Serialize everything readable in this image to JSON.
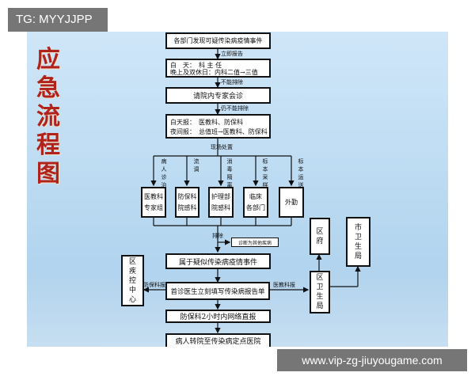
{
  "title_chars": [
    "应",
    "急",
    "流",
    "程",
    "图"
  ],
  "watermark_top": "TG: MYYJJPP",
  "watermark_bottom": "www.vip-zg-jiuyougame.com",
  "nodes": {
    "n1": "各部门发现可疑传染病疫情事件",
    "e1": "立即报告",
    "n2_line1": "白　天：　科 主 任",
    "n2_line2": "晚上及双休日：内科二值→三值",
    "e2": "不能排除",
    "n3": "请院内专家会诊",
    "e3": "仍不能排除",
    "n4_line1": "白天报：　医教科、防保科",
    "n4_line2": "夜间报：　总值班→医教科、防保科",
    "e4": "现场处置",
    "branch_labels": [
      "病人诊治",
      "流调",
      "消毒隔离",
      "标本采样",
      "标本运送"
    ],
    "branch_boxes": [
      [
        "医教科",
        "专家组"
      ],
      [
        "防保科",
        "院感科"
      ],
      [
        "护理部",
        "院感科"
      ],
      [
        "临床",
        "各部门"
      ],
      [
        "外勤"
      ]
    ],
    "e5": "排除",
    "excluded": "诊断为其他疾病",
    "n5": "属于疑似传染病疫情事件",
    "n6": "首诊医生立刻填写传染病报告单",
    "left_label": "防保科报",
    "right_label": "医教科报",
    "left_box": [
      "区",
      "疾",
      "控",
      "中",
      "心"
    ],
    "right_box": [
      "区",
      "卫",
      "生",
      "局"
    ],
    "district_gov": [
      "区",
      "府"
    ],
    "city_bureau": [
      "市",
      "卫",
      "生",
      "局"
    ],
    "n7": "防保科2小时内网络直报",
    "n8": "病人转院至传染病定点医院"
  }
}
